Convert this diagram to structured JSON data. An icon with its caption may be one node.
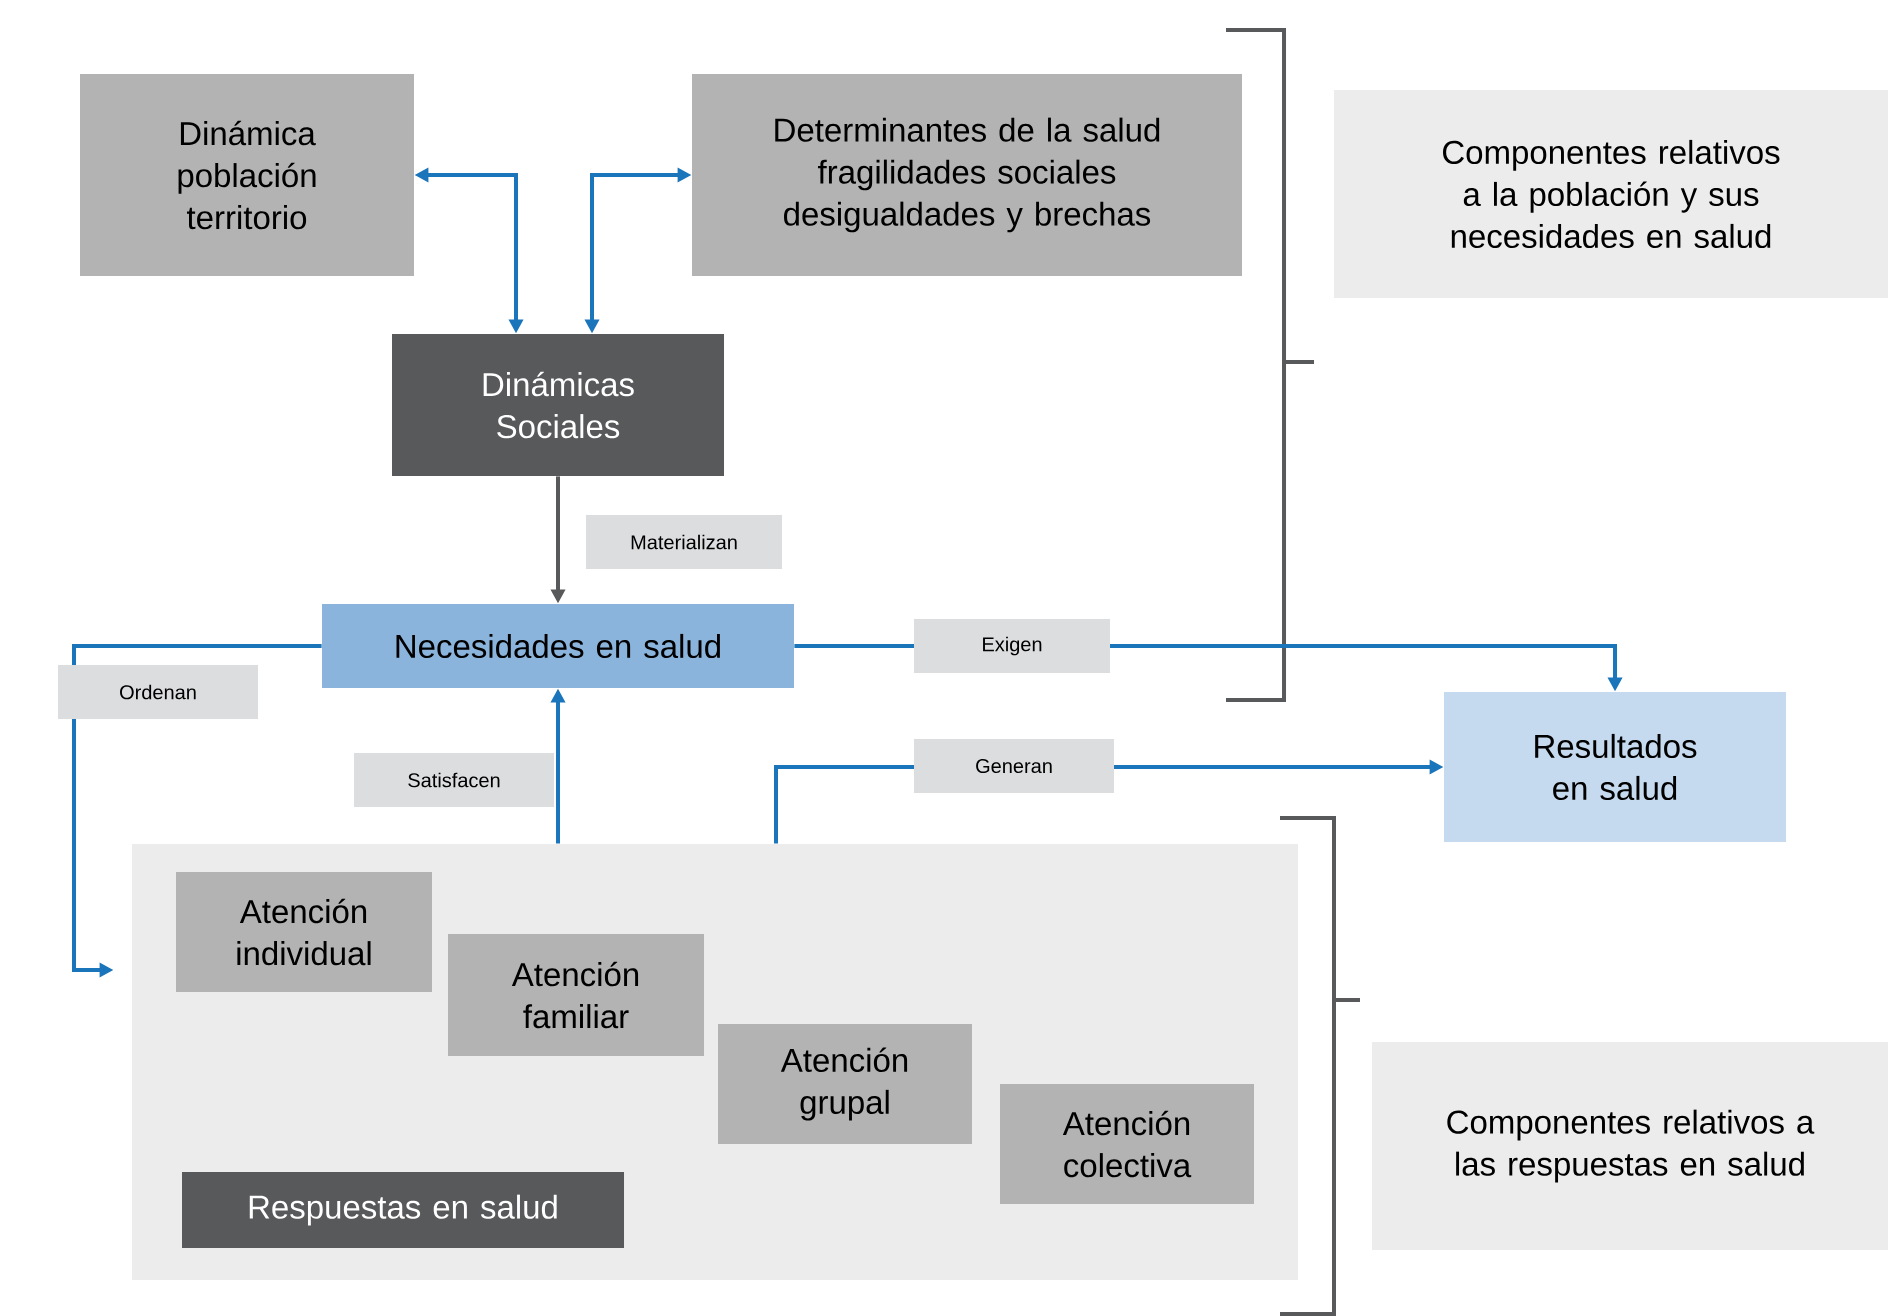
{
  "diagram": {
    "nodes": [
      {
        "text": [
          "Dinámica población territorio"
        ]
      },
      {
        "text": [
          "Determinantes de la salud fragilidades sociales desigualdades y brechas"
        ]
      },
      {
        "text": [
          "Componentes relativos a la población y sus necesidades en salud"
        ]
      },
      {
        "text": [
          "Dinámicas Sociales"
        ]
      },
      {
        "text": [
          "Necesidades en salud"
        ]
      },
      {
        "text": [
          "Resultados en salud"
        ]
      },
      {
        "text": [],
        "shape": "box"
      },
      {
        "text": [
          "Atención individual"
        ],
        "in": 6
      },
      {
        "text": [
          "Atención familiar"
        ],
        "in": 6
      },
      {
        "text": [
          "Atención grupal"
        ],
        "in": 6
      },
      {
        "text": [
          "Atención colectiva"
        ],
        "in": 6
      },
      {
        "text": [
          "Respuestas en salud"
        ],
        "in": 6
      },
      {
        "text": [
          "Componentes relativos a las respuestas en salud"
        ]
      }
    ],
    "edges": [
      {
        "from": 0,
        "to": 3,
        "arrow": "both"
      },
      {
        "from": 1,
        "to": 3,
        "arrow": "both"
      },
      {
        "from": 3,
        "to": 4,
        "arrow": "to",
        "label": "Materializan",
        "color": "#58595b"
      },
      {
        "from": 4,
        "to": 5,
        "arrow": "to",
        "label": "Exigen"
      },
      {
        "from": 4,
        "to": 6,
        "arrow": "to",
        "label": "Ordenan"
      },
      {
        "from": 6,
        "to": 4,
        "arrow": "to",
        "label": "Satisfacen"
      },
      {
        "from": 6,
        "to": 5,
        "arrow": "to",
        "label": "Generan"
      }
    ]
  }
}
